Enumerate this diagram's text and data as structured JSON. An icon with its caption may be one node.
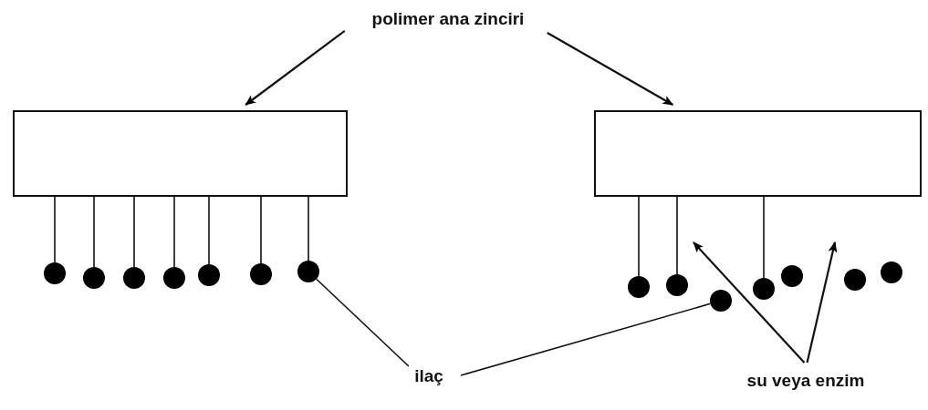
{
  "diagram": {
    "nodes": [
      {
        "text": [
          "polimer ana zinciri"
        ]
      },
      {
        "text": [],
        "shape": "box"
      },
      {
        "text": [],
        "shape": "box"
      },
      {
        "text": [],
        "shape": "circle"
      },
      {
        "text": [],
        "shape": "circle"
      },
      {
        "text": [],
        "shape": "circle"
      },
      {
        "text": [],
        "shape": "circle"
      },
      {
        "text": [],
        "shape": "circle"
      },
      {
        "text": [],
        "shape": "circle"
      },
      {
        "text": [],
        "shape": "circle"
      },
      {
        "text": [],
        "shape": "circle"
      },
      {
        "text": [],
        "shape": "circle"
      },
      {
        "text": [],
        "shape": "circle"
      },
      {
        "text": [],
        "shape": "circle"
      },
      {
        "text": [],
        "shape": "circle"
      },
      {
        "text": [],
        "shape": "circle"
      },
      {
        "text": [],
        "shape": "circle"
      },
      {
        "text": [
          "ilaç"
        ]
      },
      {
        "text": [
          "su veya enzim"
        ]
      }
    ],
    "edges": [
      {
        "from": 0,
        "to": 1,
        "arrow": "to"
      },
      {
        "from": 0,
        "to": 2,
        "arrow": "to"
      },
      {
        "from": 1,
        "to": 3,
        "arrow": "none"
      },
      {
        "from": 1,
        "to": 4,
        "arrow": "none"
      },
      {
        "from": 1,
        "to": 5,
        "arrow": "none"
      },
      {
        "from": 1,
        "to": 6,
        "arrow": "none"
      },
      {
        "from": 1,
        "to": 7,
        "arrow": "none"
      },
      {
        "from": 1,
        "to": 8,
        "arrow": "none"
      },
      {
        "from": 1,
        "to": 9,
        "arrow": "none"
      },
      {
        "from": 2,
        "to": 10,
        "arrow": "none"
      },
      {
        "from": 2,
        "to": 11,
        "arrow": "none"
      },
      {
        "from": 2,
        "to": 13,
        "arrow": "none"
      },
      {
        "from": 17,
        "to": 9,
        "arrow": "none"
      },
      {
        "from": 17,
        "to": 12,
        "arrow": "none"
      },
      {
        "from": 18,
        "to": null,
        "arrow": "to"
      },
      {
        "from": 18,
        "to": null,
        "arrow": "to"
      }
    ]
  }
}
